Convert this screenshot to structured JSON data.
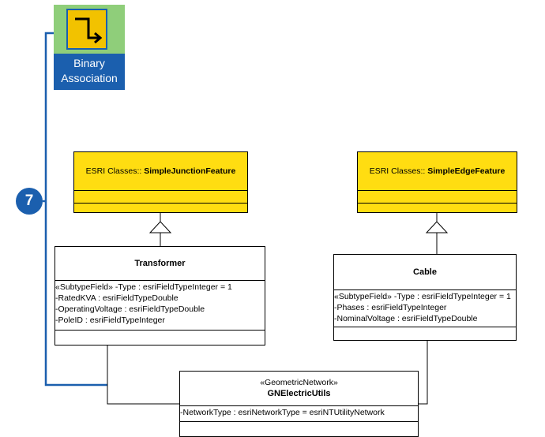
{
  "toolbar": {
    "tool_label_line1": "Binary",
    "tool_label_line2": "Association",
    "tool_icon": "binary-association-icon"
  },
  "callout": {
    "number": "7"
  },
  "esri_classes": [
    {
      "prefix": "ESRI Classes:: ",
      "name": "SimpleJunctionFeature"
    },
    {
      "prefix": "ESRI Classes:: ",
      "name": "SimpleEdgeFeature"
    }
  ],
  "classes": {
    "transformer": {
      "name": "Transformer",
      "attributes": [
        "«SubtypeField» -Type : esriFieldTypeInteger = 1",
        "-RatedKVA : esriFieldTypeDouble",
        "-OperatingVoltage : esriFieldTypeDouble",
        "-PoleID : esriFieldTypeInteger"
      ]
    },
    "cable": {
      "name": "Cable",
      "attributes": [
        "«SubtypeField» -Type : esriFieldTypeInteger = 1",
        "-Phases : esriFieldTypeInteger",
        "-NominalVoltage : esriFieldTypeDouble"
      ]
    },
    "network": {
      "stereotype": "«GeometricNetwork»",
      "name": "GNElectricUtils",
      "attributes": [
        "-NetworkType : esriNetworkType = esriNTUtilityNetwork"
      ]
    }
  },
  "colors": {
    "accent_blue": "#1b5fae",
    "esri_yellow": "#ffdd11",
    "tool_green": "#8fce7a"
  }
}
